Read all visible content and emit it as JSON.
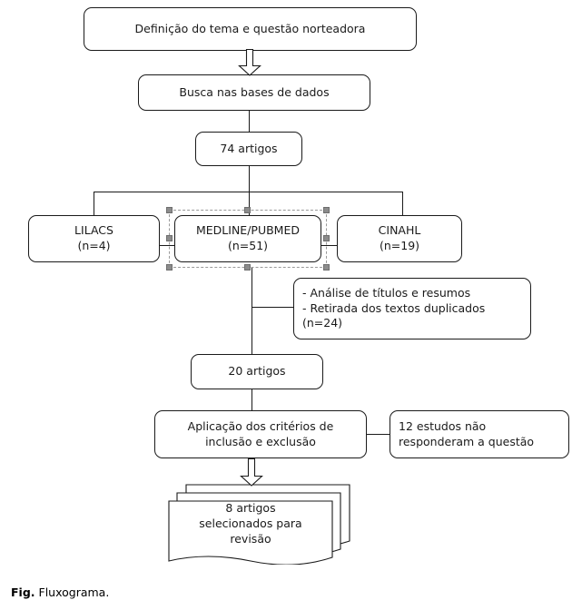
{
  "figure": {
    "caption_prefix": "Fig.",
    "caption_text": "Fluxograma."
  },
  "colors": {
    "stroke": "#1a1a1a",
    "background": "#ffffff",
    "selection_handle": "#8c8c8c",
    "selection_border": "#9a9a9a"
  },
  "nodes": {
    "topic_definition": {
      "label": "Definição do tema e questão norteadora"
    },
    "database_search": {
      "label": "Busca nas bases de dados"
    },
    "articles_74": {
      "label": "74 artigos"
    },
    "lilacs": {
      "label": "LILACS\n(n=4)"
    },
    "medline_pubmed": {
      "label": "MEDLINE/PUBMED\n(n=51)",
      "selected": true
    },
    "cinahl": {
      "label": "CINAHL\n(n=19)"
    },
    "screening": {
      "label": "- Análise de títulos e resumos\n- Retirada dos textos duplicados\n(n=24)"
    },
    "articles_20": {
      "label": "20 artigos"
    },
    "criteria": {
      "label": "Aplicação dos critérios de\ninclusão e exclusão"
    },
    "excluded_12": {
      "label": "12 estudos não\nresponderam a questão"
    },
    "selected_8": {
      "label": "8 artigos\nselecionados para\nrevisão"
    }
  },
  "icons": {
    "arrow_1": "block-down-arrow-icon",
    "arrow_2": "block-down-arrow-icon",
    "document_stack": "document-stack-icon"
  }
}
